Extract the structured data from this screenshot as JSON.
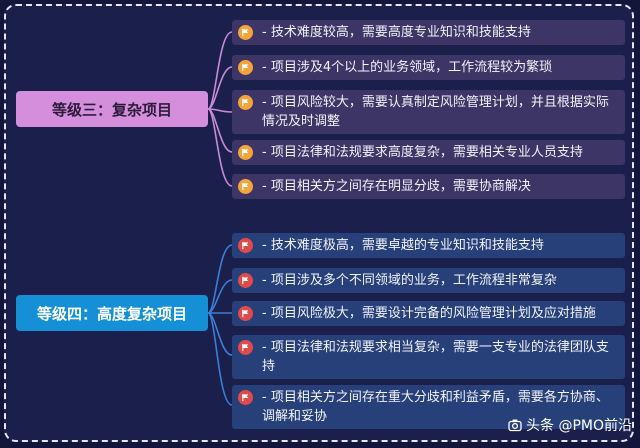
{
  "level3": {
    "label": "等级三：复杂项目",
    "items": [
      "- 技术难度较高，需要高度专业知识和技能支持",
      "- 项目涉及4个以上的业务领域，工作流程较为繁琐",
      "- 项目风险较大，需要认真制定风险管理计划，并且根据实际情况及时调整",
      "- 项目法律和法规要求高度复杂，需要相关专业人员支持",
      "- 项目相关方之间存在明显分歧，需要协商解决"
    ]
  },
  "level4": {
    "label": "等级四：高度复杂项目",
    "items": [
      "- 技术难度极高，需要卓越的专业知识和技能支持",
      "- 项目涉及多个不同领域的业务，工作流程非常复杂",
      "- 项目风险极大，需要设计完备的风险管理计划及应对措施",
      "- 项目法律和法规要求相当复杂，需要一支专业的法律团队支持",
      "- 项目相关方之间存在重大分歧和利益矛盾，需要各方协商、调解和妥协"
    ]
  },
  "watermark": "头条 @PMO前沿",
  "colors": {
    "level3": "#d58edb",
    "level4": "#1590d6",
    "flag3": "#f3a43a",
    "flag4": "#e04a4a",
    "connector3": "#c98ad6",
    "connector4": "#3a7fd6"
  },
  "icons": {
    "item": "flag-icon",
    "watermark": "camera-icon"
  }
}
